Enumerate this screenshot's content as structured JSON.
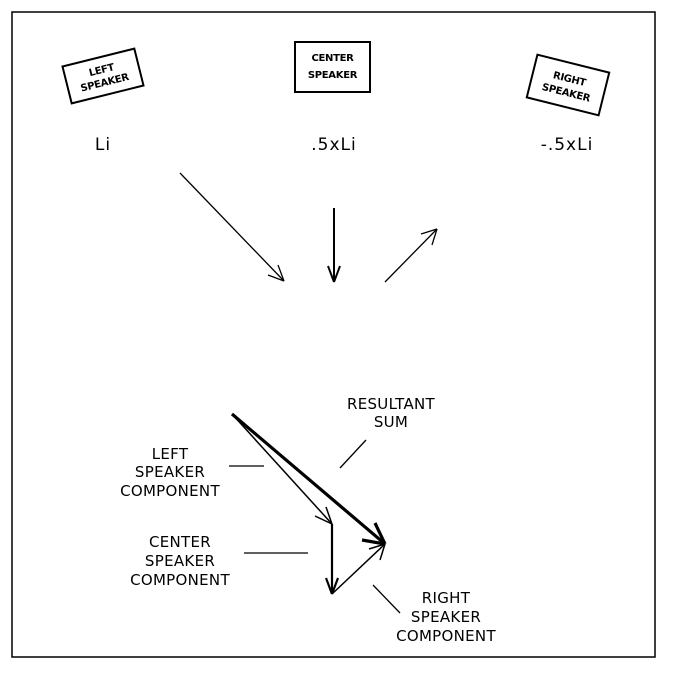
{
  "speakers": {
    "left": {
      "line1": "LEFT",
      "line2": "SPEAKER",
      "gain": "Li"
    },
    "center": {
      "line1": "CENTER",
      "line2": "SPEAKER",
      "gain": ".5xLi"
    },
    "right": {
      "line1": "RIGHT",
      "line2": "SPEAKER",
      "gain": "-.5xLi"
    }
  },
  "labels": {
    "resultant": {
      "line1": "RESULTANT",
      "line2": "SUM"
    },
    "left_component": {
      "line1": "LEFT",
      "line2": "SPEAKER",
      "line3": "COMPONENT"
    },
    "center_component": {
      "line1": "CENTER",
      "line2": "SPEAKER",
      "line3": "COMPONENT"
    },
    "right_component": {
      "line1": "RIGHT",
      "line2": "SPEAKER",
      "line3": "COMPONENT"
    }
  },
  "colors": {
    "ink": "#000000",
    "background": "#ffffff"
  }
}
